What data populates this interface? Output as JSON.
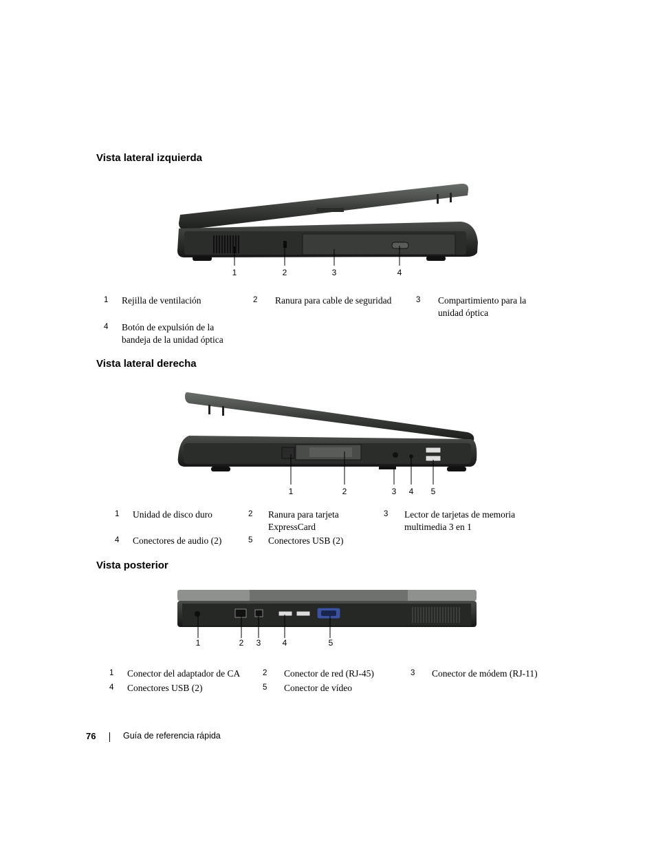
{
  "sections": {
    "left": {
      "heading": "Vista lateral izquierda",
      "callouts": [
        "1",
        "2",
        "3",
        "4"
      ],
      "items": [
        {
          "num": "1",
          "text": "Rejilla de ventilación"
        },
        {
          "num": "2",
          "text": "Ranura para cable de seguridad"
        },
        {
          "num": "3",
          "text": "Compartimiento para la unidad óptica"
        },
        {
          "num": "4",
          "text": "Botón de expulsión de la bandeja de la unidad óptica"
        }
      ]
    },
    "right": {
      "heading": "Vista lateral derecha",
      "callouts": [
        "1",
        "2",
        "3",
        "4",
        "5"
      ],
      "items": [
        {
          "num": "1",
          "text": "Unidad de disco duro"
        },
        {
          "num": "2",
          "text": "Ranura para tarjeta ExpressCard"
        },
        {
          "num": "3",
          "text": "Lector de tarjetas de memoria multimedia 3 en 1"
        },
        {
          "num": "4",
          "text": "Conectores de audio (2)"
        },
        {
          "num": "5",
          "text": "Conectores USB (2)"
        }
      ]
    },
    "back": {
      "heading": "Vista posterior",
      "callouts": [
        "1",
        "2",
        "3",
        "4",
        "5"
      ],
      "items": [
        {
          "num": "1",
          "text": "Conector del adaptador de CA"
        },
        {
          "num": "2",
          "text": "Conector de red (RJ-45)"
        },
        {
          "num": "3",
          "text": "Conector de módem (RJ-11)"
        },
        {
          "num": "4",
          "text": "Conectores USB (2)"
        },
        {
          "num": "5",
          "text": "Conector de vídeo"
        }
      ]
    }
  },
  "footer": {
    "page_number": "76",
    "title": "Guía de referencia rápida"
  }
}
